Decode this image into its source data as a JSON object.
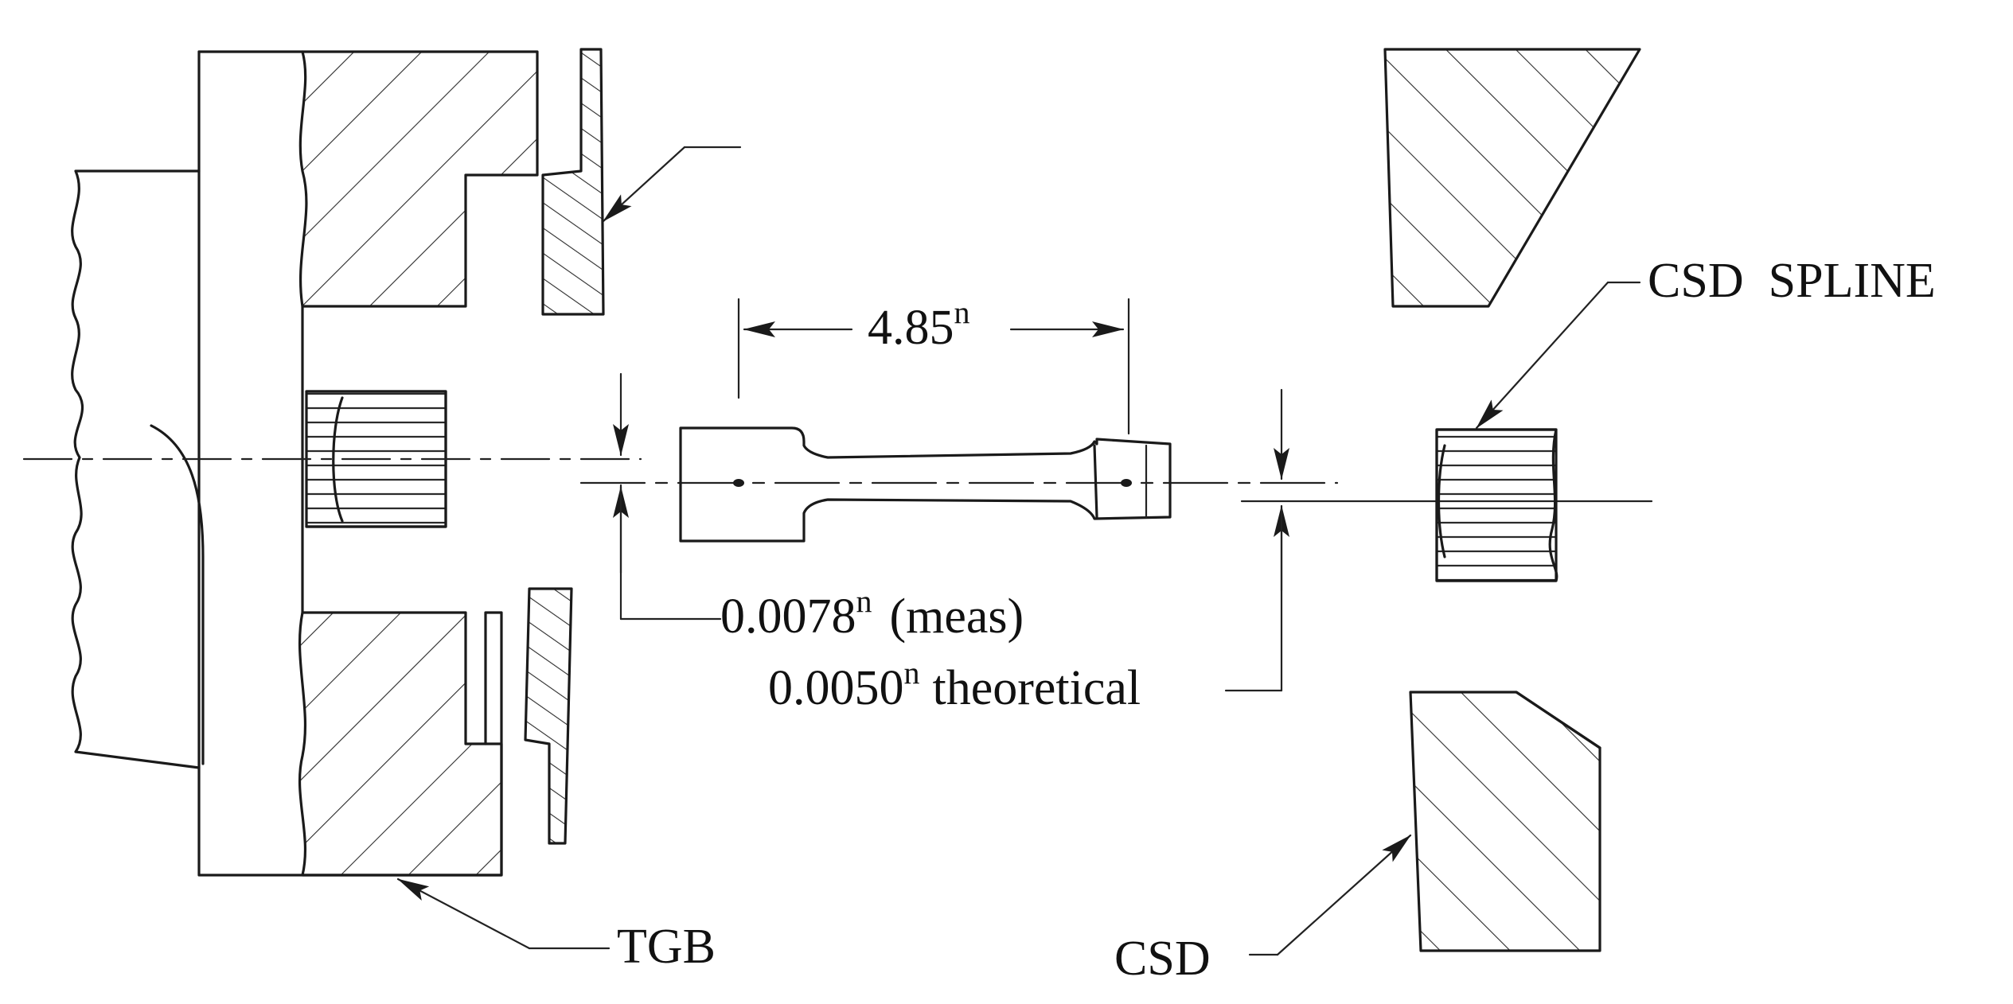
{
  "labels": {
    "dim_length": "4.85",
    "dim_length_unit": "n",
    "offset_measured": "0.0078",
    "offset_measured_unit": "n",
    "offset_measured_note": "(meas)",
    "offset_theoretical": "0.0050",
    "offset_theoretical_unit": "n",
    "offset_theoretical_note": "theoretical",
    "csd_spline": "CSD  SPLINE",
    "tgb": "TGB",
    "csd": "CSD"
  }
}
